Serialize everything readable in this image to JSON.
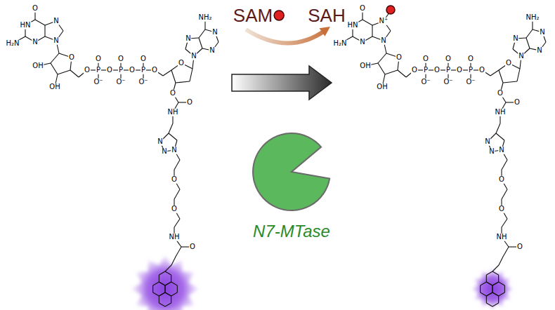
{
  "diagram": {
    "labels": [
      "SAM",
      "SAH",
      "N7-MTase",
      "O",
      "HN",
      "H₂N",
      "N",
      "N",
      "N",
      "O",
      "OH",
      "OH",
      "O",
      "P",
      "O",
      "P",
      "O",
      "P",
      "O",
      "O",
      "O",
      "O",
      "O⁻",
      "O⁻",
      "O⁻",
      "O",
      "NH₂",
      "N",
      "N",
      "N",
      "N",
      "O",
      "O",
      "NH",
      "N",
      "N",
      "N",
      "O",
      "O",
      "NH",
      "O",
      "O",
      "HN",
      "H₂N",
      "N",
      "N⁺",
      "N",
      "O",
      "OH",
      "OH",
      "O",
      "P",
      "O",
      "P",
      "O",
      "P",
      "O",
      "O",
      "O",
      "O",
      "O⁻",
      "O⁻",
      "O⁻",
      "O",
      "NH₂",
      "N",
      "N",
      "N",
      "N",
      "O",
      "O",
      "NH",
      "N",
      "N",
      "N",
      "O",
      "O",
      "NH",
      "O"
    ]
  }
}
